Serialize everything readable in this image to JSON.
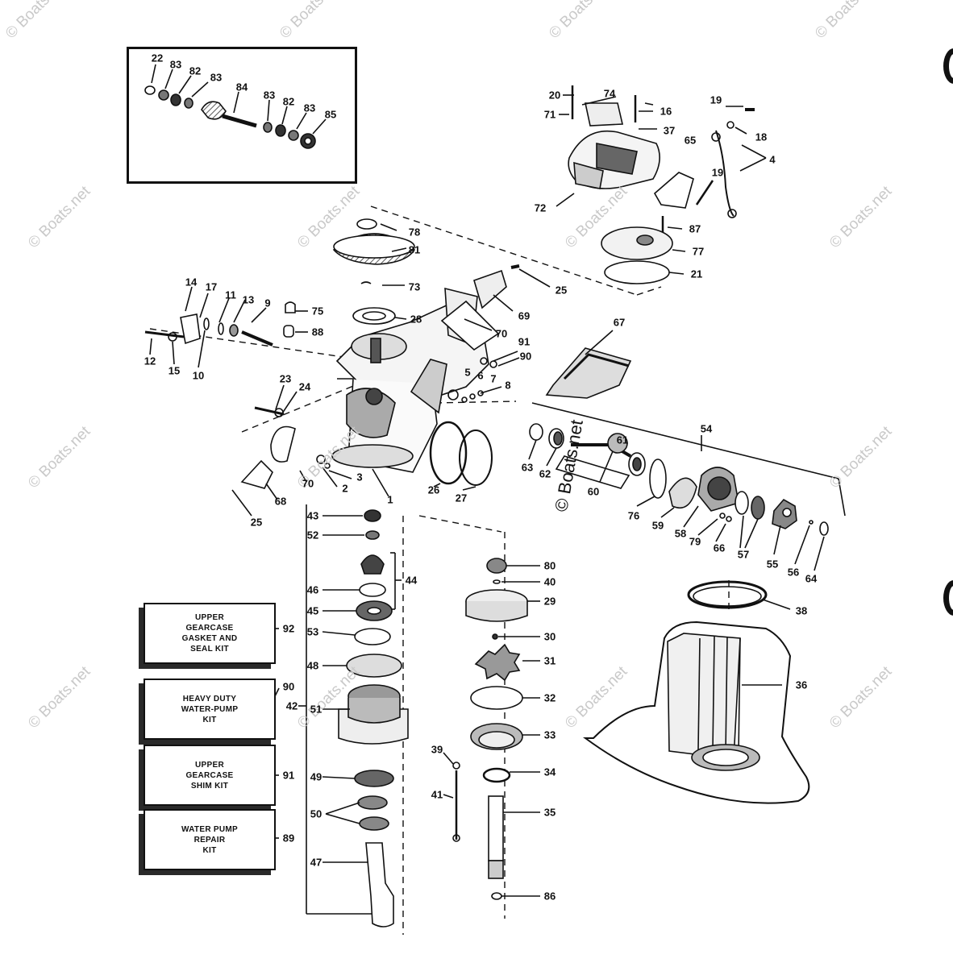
{
  "watermark_text": "© Boats.net",
  "center_watermark_text": "© Boats.net",
  "kits": [
    {
      "id": "92",
      "text": "UPPER\nGEARCASE\nGASKET AND\nSEAL KIT"
    },
    {
      "id": "90",
      "text": "HEAVY DUTY\nWATER-PUMP\nKIT"
    },
    {
      "id": "91",
      "text": "UPPER\nGEARCASE\nSHIM KIT"
    },
    {
      "id": "89",
      "text": "WATER PUMP\nREPAIR\nKIT"
    }
  ],
  "callouts": {
    "inset": [
      "22",
      "83",
      "82",
      "83",
      "84",
      "83",
      "82",
      "83",
      "85"
    ],
    "steering": [
      "20",
      "71",
      "74",
      "16",
      "37",
      "19",
      "18",
      "4",
      "65",
      "19",
      "72",
      "87",
      "77",
      "21"
    ],
    "housing": [
      "78",
      "81",
      "73",
      "25",
      "69",
      "28",
      "70",
      "14",
      "17",
      "11",
      "13",
      "9",
      "75",
      "88",
      "12",
      "15",
      "10",
      "91",
      "90",
      "5",
      "6",
      "7",
      "8",
      "23",
      "24",
      "67",
      "1",
      "3",
      "2",
      "70",
      "68",
      "25",
      "26",
      "27"
    ],
    "trim": [
      "54",
      "63",
      "62",
      "61",
      "60",
      "76",
      "59",
      "58",
      "79",
      "66",
      "57",
      "55",
      "56",
      "64"
    ],
    "drive_shaft": [
      "43",
      "52",
      "44",
      "46",
      "45",
      "53",
      "48",
      "42",
      "51",
      "49",
      "50",
      "47",
      "92",
      "90",
      "91",
      "89"
    ],
    "water_pump": [
      "80",
      "40",
      "29",
      "30",
      "31",
      "32",
      "33",
      "39",
      "34",
      "41",
      "35",
      "86",
      "38",
      "36"
    ]
  }
}
